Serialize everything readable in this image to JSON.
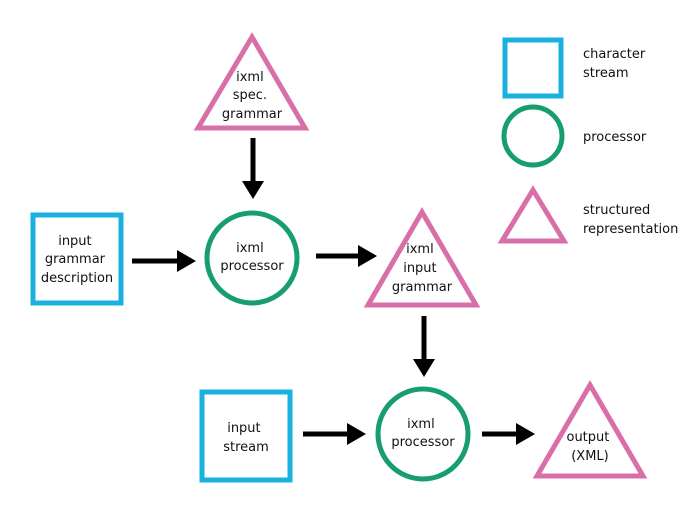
{
  "diagram": {
    "nodes": {
      "ixml_spec_grammar": [
        "ixml",
        "spec.",
        "grammar"
      ],
      "input_grammar_description": [
        "input",
        "grammar",
        "description"
      ],
      "ixml_processor_1": [
        "ixml",
        "processor"
      ],
      "ixml_input_grammar": [
        "ixml",
        "input",
        "grammar"
      ],
      "input_stream": [
        "input",
        "stream"
      ],
      "ixml_processor_2": [
        "ixml",
        "processor"
      ],
      "output_xml": [
        "output",
        "(XML)"
      ]
    },
    "legend": {
      "character_stream": [
        "character",
        "stream"
      ],
      "processor": [
        "processor"
      ],
      "structured_representation": [
        "structured",
        "representation"
      ]
    },
    "colors": {
      "character_stream": "#1ab0e0",
      "processor": "#169e6e",
      "structured_representation": "#d86fa8",
      "arrow": "#000000"
    }
  }
}
